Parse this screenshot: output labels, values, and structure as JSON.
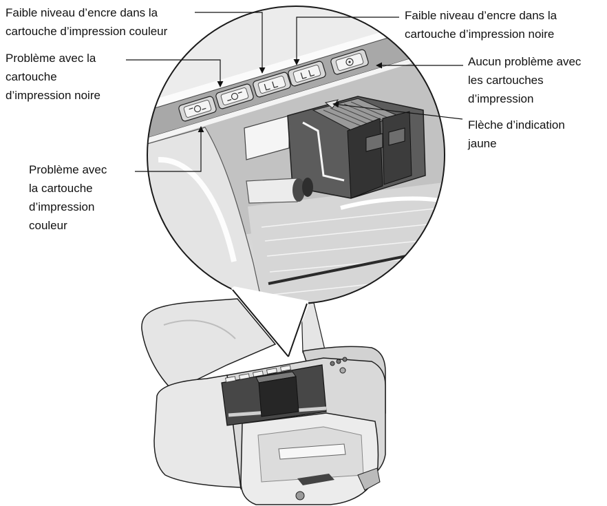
{
  "labels": {
    "low_ink_color": {
      "lines": [
        "Faible niveau d’encre dans la",
        "cartouche d’impression couleur"
      ]
    },
    "low_ink_black": {
      "lines": [
        "Faible niveau d’encre dans la",
        "cartouche d’impression noire"
      ]
    },
    "problem_black": {
      "lines": [
        "Problème avec la",
        "cartouche",
        "d’impression noire"
      ]
    },
    "no_problem": {
      "lines": [
        "Aucun problème avec",
        "les cartouches",
        "d’impression"
      ]
    },
    "yellow_arrow": {
      "lines": [
        "Flèche d’indication",
        "jaune"
      ]
    },
    "problem_color": {
      "lines": [
        "Problème avec",
        "la cartouche",
        "d’impression",
        "couleur"
      ]
    }
  },
  "colors": {
    "leader_line": "#111111",
    "outline": "#1e1e1e",
    "cartridge": "#333333",
    "body_light": "#e6e6e6"
  }
}
